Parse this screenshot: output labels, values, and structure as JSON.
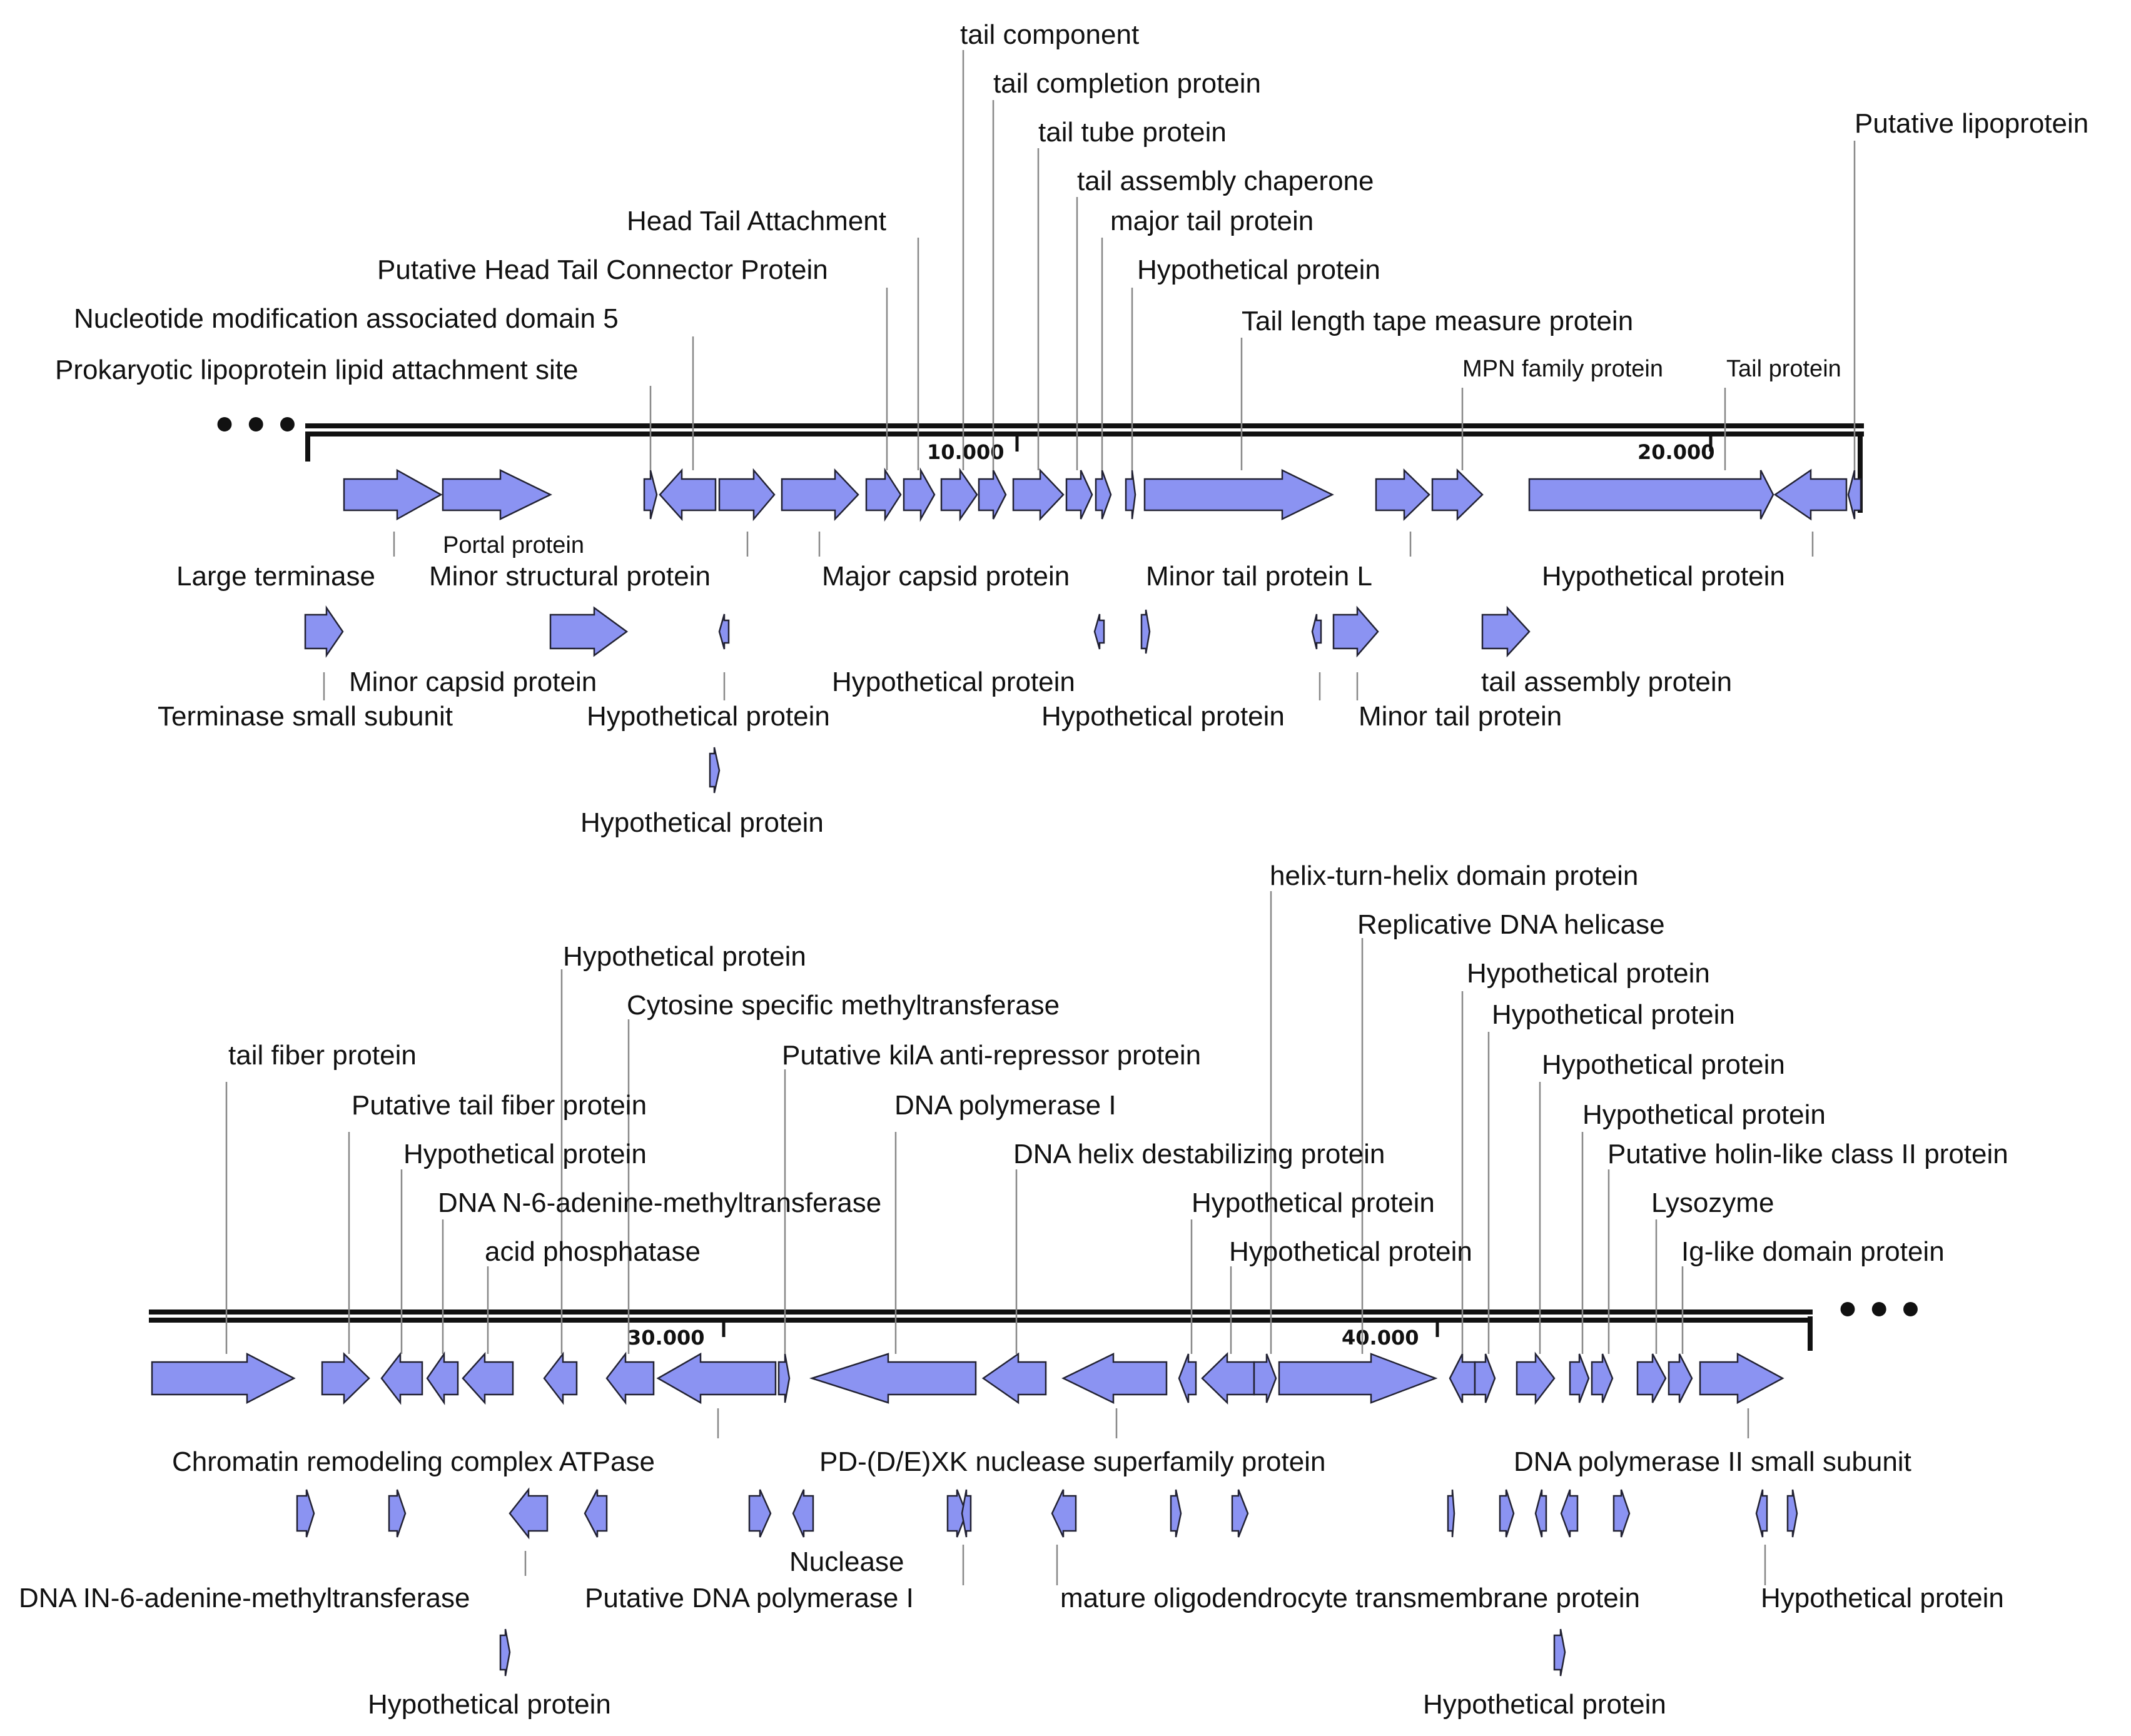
{
  "style": {
    "gene_fill": "#8b93f2",
    "gene_stroke": "#222233",
    "leader_color": "#888888",
    "axis_color": "#111111"
  },
  "ellipsis": "• • •",
  "ticks": [
    "10.000",
    "20.000",
    "30.000",
    "40.000"
  ],
  "labels": {
    "tail_component": "tail component",
    "tail_completion_protein": "tail completion protein",
    "tail_tube_protein": "tail tube protein",
    "tail_assembly_chaperone": "tail assembly chaperone",
    "major_tail_protein": "major tail protein",
    "head_tail_attachment": "Head Tail Attachment",
    "putative_head_tail_connector": "Putative Head Tail Connector Protein",
    "nucleotide_modification_5": "Nucleotide modification associated domain 5",
    "prokaryotic_lipoprotein_site": "Prokaryotic lipoprotein lipid attachment site",
    "putative_lipoprotein": "Putative lipoprotein",
    "hypothetical_protein": "Hypothetical protein",
    "tail_length_tape_measure": "Tail length tape measure protein",
    "mpn_family_protein": "MPN family protein",
    "tail_protein": "Tail protein",
    "portal_protein": "Portal protein",
    "large_terminase": "Large terminase",
    "minor_structural_protein": "Minor structural protein",
    "major_capsid_protein": "Major capsid protein",
    "minor_tail_protein_l": "Minor tail protein L",
    "minor_capsid_protein": "Minor capsid protein",
    "terminase_small_subunit": "Terminase small subunit",
    "tail_assembly_protein": "tail assembly protein",
    "minor_tail_protein": "Minor tail protein",
    "helix_turn_helix": "helix-turn-helix domain protein",
    "replicative_dna_helicase": "Replicative DNA helicase",
    "cytosine_methyltransferase": "Cytosine specific methyltransferase",
    "tail_fiber_protein": "tail fiber protein",
    "putative_kila": "Putative kilA anti-repressor protein",
    "putative_tail_fiber": "Putative tail fiber protein",
    "dna_polymerase_i": "DNA polymerase I",
    "dna_helix_destabilizing": "DNA helix destabilizing protein",
    "putative_holin": "Putative holin-like class II protein",
    "dna_n6_methyltransferase": "DNA N-6-adenine-methyltransferase",
    "lysozyme": "Lysozyme",
    "acid_phosphatase": "acid phosphatase",
    "ig_like_domain": "Ig-like domain protein",
    "chromatin_remodeling": "Chromatin remodeling complex ATPase",
    "pd_dexk_nuclease": "PD-(D/E)XK nuclease superfamily protein",
    "dna_polymerase_ii_small": "DNA polymerase II small subunit",
    "nuclease": "Nuclease",
    "dna_in6_methyltransferase": "DNA IN-6-adenine-methyltransferase",
    "putative_dna_polymerase_i": "Putative DNA polymerase I",
    "mature_oligodendrocyte": "mature oligodendrocyte transmembrane protein"
  }
}
